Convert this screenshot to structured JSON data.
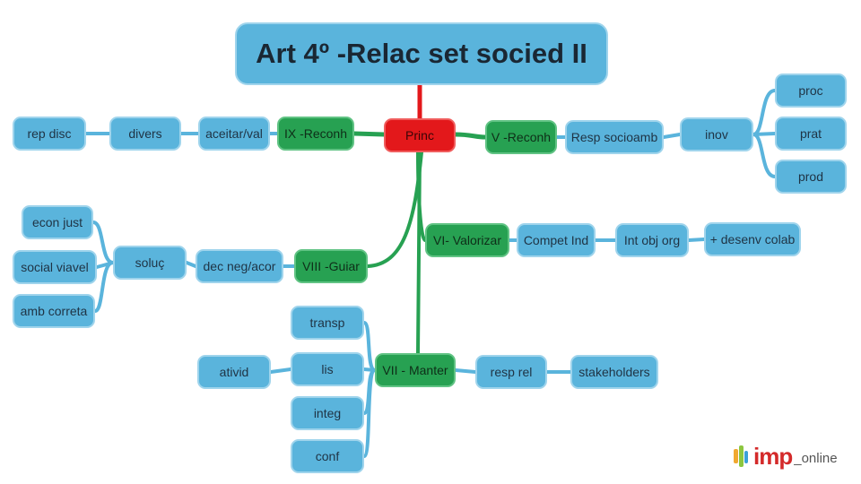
{
  "title": "Art 4º -Relac set socied II",
  "center": "Princ",
  "nodes": {
    "ix_reconh": "IX -Reconh",
    "aceitar_val": "aceitar/val",
    "divers": "divers",
    "rep_disc": "rep disc",
    "v_reconh": "V -Reconh",
    "resp_socioamb": "Resp socioamb",
    "inov": "inov",
    "proc": "proc",
    "prat": "prat",
    "prod": "prod",
    "vi_valorizar": "VI- Valorizar",
    "compet_ind": "Compet Ind",
    "int_obj_org": "Int obj org",
    "desenv_colab": "+ desenv colab",
    "viii_guiar": "VIII -Guiar",
    "dec_neg_acor": "dec neg/acor",
    "soluc": "soluç",
    "econ_just": "econ just",
    "social_viavel": "social viavel",
    "amb_correta": "amb correta",
    "vii_manter": "VII - Manter",
    "transp": "transp",
    "lis": "lis",
    "integ": "integ",
    "conf": "conf",
    "ativid": "ativid",
    "resp_rel": "resp rel",
    "stakeholders": "stakeholders"
  },
  "colors": {
    "title_blue": "#5ab4dc",
    "branch_green": "#27a152",
    "center_red": "#e3181b",
    "leaf_link": "#5ab4dc",
    "branch_link": "#27a152"
  },
  "logo": {
    "brand": "imp",
    "suffix": "_online"
  }
}
